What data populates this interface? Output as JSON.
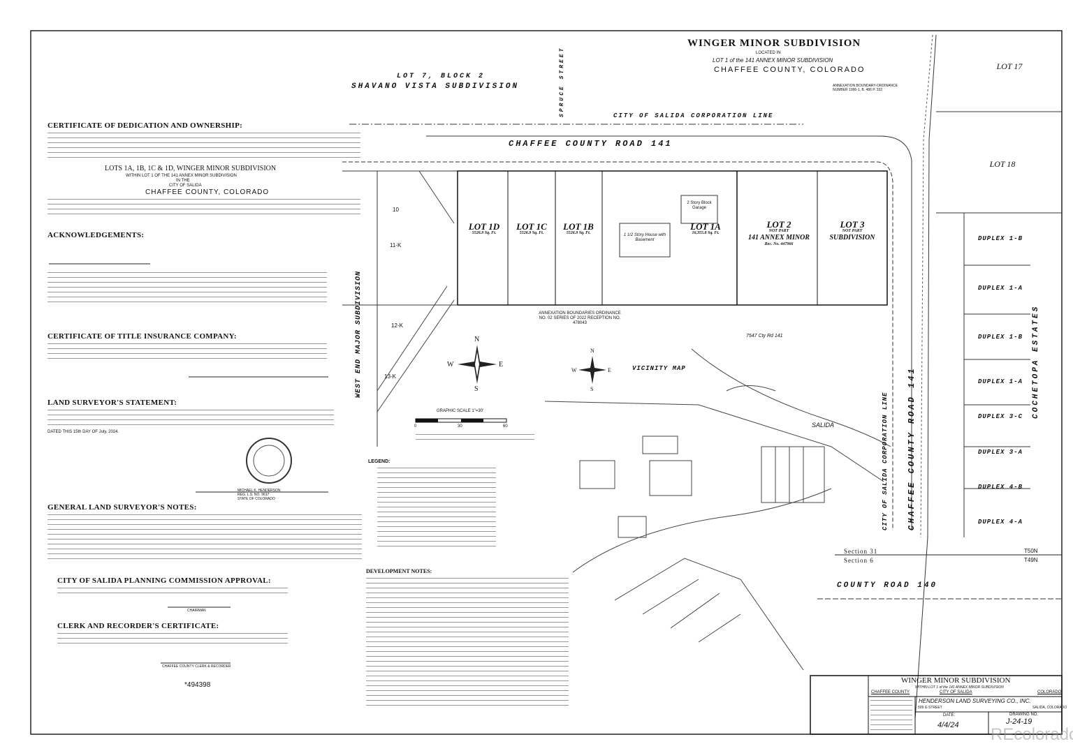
{
  "title_header": {
    "title": "WINGER MINOR SUBDIVISION",
    "located_in": "LOCATED IN",
    "lot_ref": "LOT 1 of the 141 ANNEX MINOR SUBDIVISION",
    "county": "CHAFFEE COUNTY, COLORADO"
  },
  "left": {
    "dedication": {
      "heading": "CERTIFICATE OF DEDICATION AND OWNERSHIP:",
      "lots_title": "LOTS 1A, 1B, 1C & 1D, WINGER MINOR SUBDIVISION",
      "within": "WITHIN LOT 1 OF THE 141 ANNEX MINOR SUBDIVISION",
      "in_the": "IN THE",
      "city": "CITY OF SALIDA",
      "county": "CHAFFEE COUNTY, COLORADO"
    },
    "acknowledgements": {
      "heading": "ACKNOWLEDGEMENTS:"
    },
    "title_insurance": {
      "heading": "CERTIFICATE OF TITLE INSURANCE COMPANY:"
    },
    "surveyor_statement": {
      "heading": "LAND SURVEYOR'S STATEMENT:",
      "dated": "DATED THIS 15th DAY OF July, 2024."
    },
    "surveyor_seal_caption": [
      "MICHAEL K. HENDERSON",
      "REG. L.S. NO. 9617",
      "STATE OF COLORADO"
    ],
    "general_notes": {
      "heading": "GENERAL LAND SURVEYOR'S NOTES:"
    },
    "planning": {
      "heading": "CITY OF SALIDA PLANNING COMMISSION APPROVAL:",
      "chairman": "CHAIRMAN"
    },
    "clerk": {
      "heading": "CLERK AND RECORDER'S CERTIFICATE:",
      "signer": "CHAFFEE COUNTY CLERK & RECORDER"
    },
    "reception_number": "*494398"
  },
  "map": {
    "lot7": "LOT 7, BLOCK 2",
    "shavano": "SHAVANO VISTA SUBDIVISION",
    "spruce": "SPRUCE STREET",
    "corp_line_top": "CITY OF SALIDA CORPORATION LINE",
    "road_141": "CHAFFEE COUNTY ROAD 141",
    "annex_note": "ANNEXATION BOUNDARY-ORDINANCE NUMBER 1996-1, B. 486 P. 332",
    "lots": [
      {
        "name": "LOT 1D",
        "area": "5526.9 Sq. Ft."
      },
      {
        "name": "LOT 1C",
        "area": "5526.9 Sq. Ft."
      },
      {
        "name": "LOT 1B",
        "area": "5526.9 Sq. Ft."
      },
      {
        "name": "LOT 1A",
        "area": "16,355.8 Sq. Ft."
      }
    ],
    "lot2": {
      "name": "LOT 2",
      "note": "NOT PART",
      "annex": "141 ANNEX MINOR",
      "rec": "Rec. No. 447966"
    },
    "lot3": {
      "name": "LOT 3",
      "note": "NOT PART",
      "sub": "SUBDIVISION"
    },
    "house": "1 1/2 Story House with Basement",
    "garage": "2 Story Block Garage",
    "lot17": "LOT 17",
    "lot18": "LOT 18",
    "duplex": [
      "DUPLEX 1-B",
      "DUPLEX 1-A",
      "DUPLEX 1-B",
      "DUPLEX 1-A",
      "DUPLEX 3-C",
      "DUPLEX 3-A",
      "DUPLEX 4-B",
      "DUPLEX 4-A"
    ],
    "cochetopa": "COCHETOPA ESTATES",
    "west_end": "WEST END MAJOR SUBDIVISION",
    "road_141_vertical": "CHAFFEE COUNTY ROAD 141",
    "corp_line_vertical": "CITY OF SALIDA CORPORATION LINE",
    "lot_11k": "11-K",
    "lot_12k": "12-K",
    "lot_13k": "13-K",
    "lot_10": "10",
    "annex_boundaries": "ANNEXATION BOUNDARIES ORDINANCE NO. 02 SERIES OF 2022 RECEPTION NO. 478043",
    "address": "7547 Cty Rd 141",
    "compass": {
      "n": "N",
      "s": "S",
      "e": "E",
      "w": "W"
    },
    "graphic_scale": "GRAPHIC SCALE 1\"=30'",
    "scale_ticks": [
      "0",
      "30",
      "60"
    ],
    "vicinity": "VICINITY MAP",
    "salida": "SALIDA",
    "section31": "Section 31",
    "section6": "Section 6",
    "t50n": "T50N",
    "t49n": "T49N",
    "county_road_140": "COUNTY ROAD 140",
    "legend_heading": "LEGEND:",
    "dev_notes_heading": "DEVELOPMENT NOTES:"
  },
  "title_block": {
    "title": "WINGER MINOR SUBDIVISION",
    "subtitle": "WITHIN LOT 1 of the 141 ANNEX MINOR SUBDIVISION",
    "county": "CHAFFEE COUNTY",
    "city": "CITY OF SALIDA",
    "state": "COLORADO",
    "firm": "HENDERSON LAND SURVEYING CO., INC.",
    "street": "509 G STREET",
    "firm_city": "SALIDA, COLORADO",
    "date_label": "DATE:",
    "date": "4/4/24",
    "drawing_label": "DRAWING NO.",
    "drawing_no": "J-24-19"
  },
  "watermark": "REcolorado"
}
